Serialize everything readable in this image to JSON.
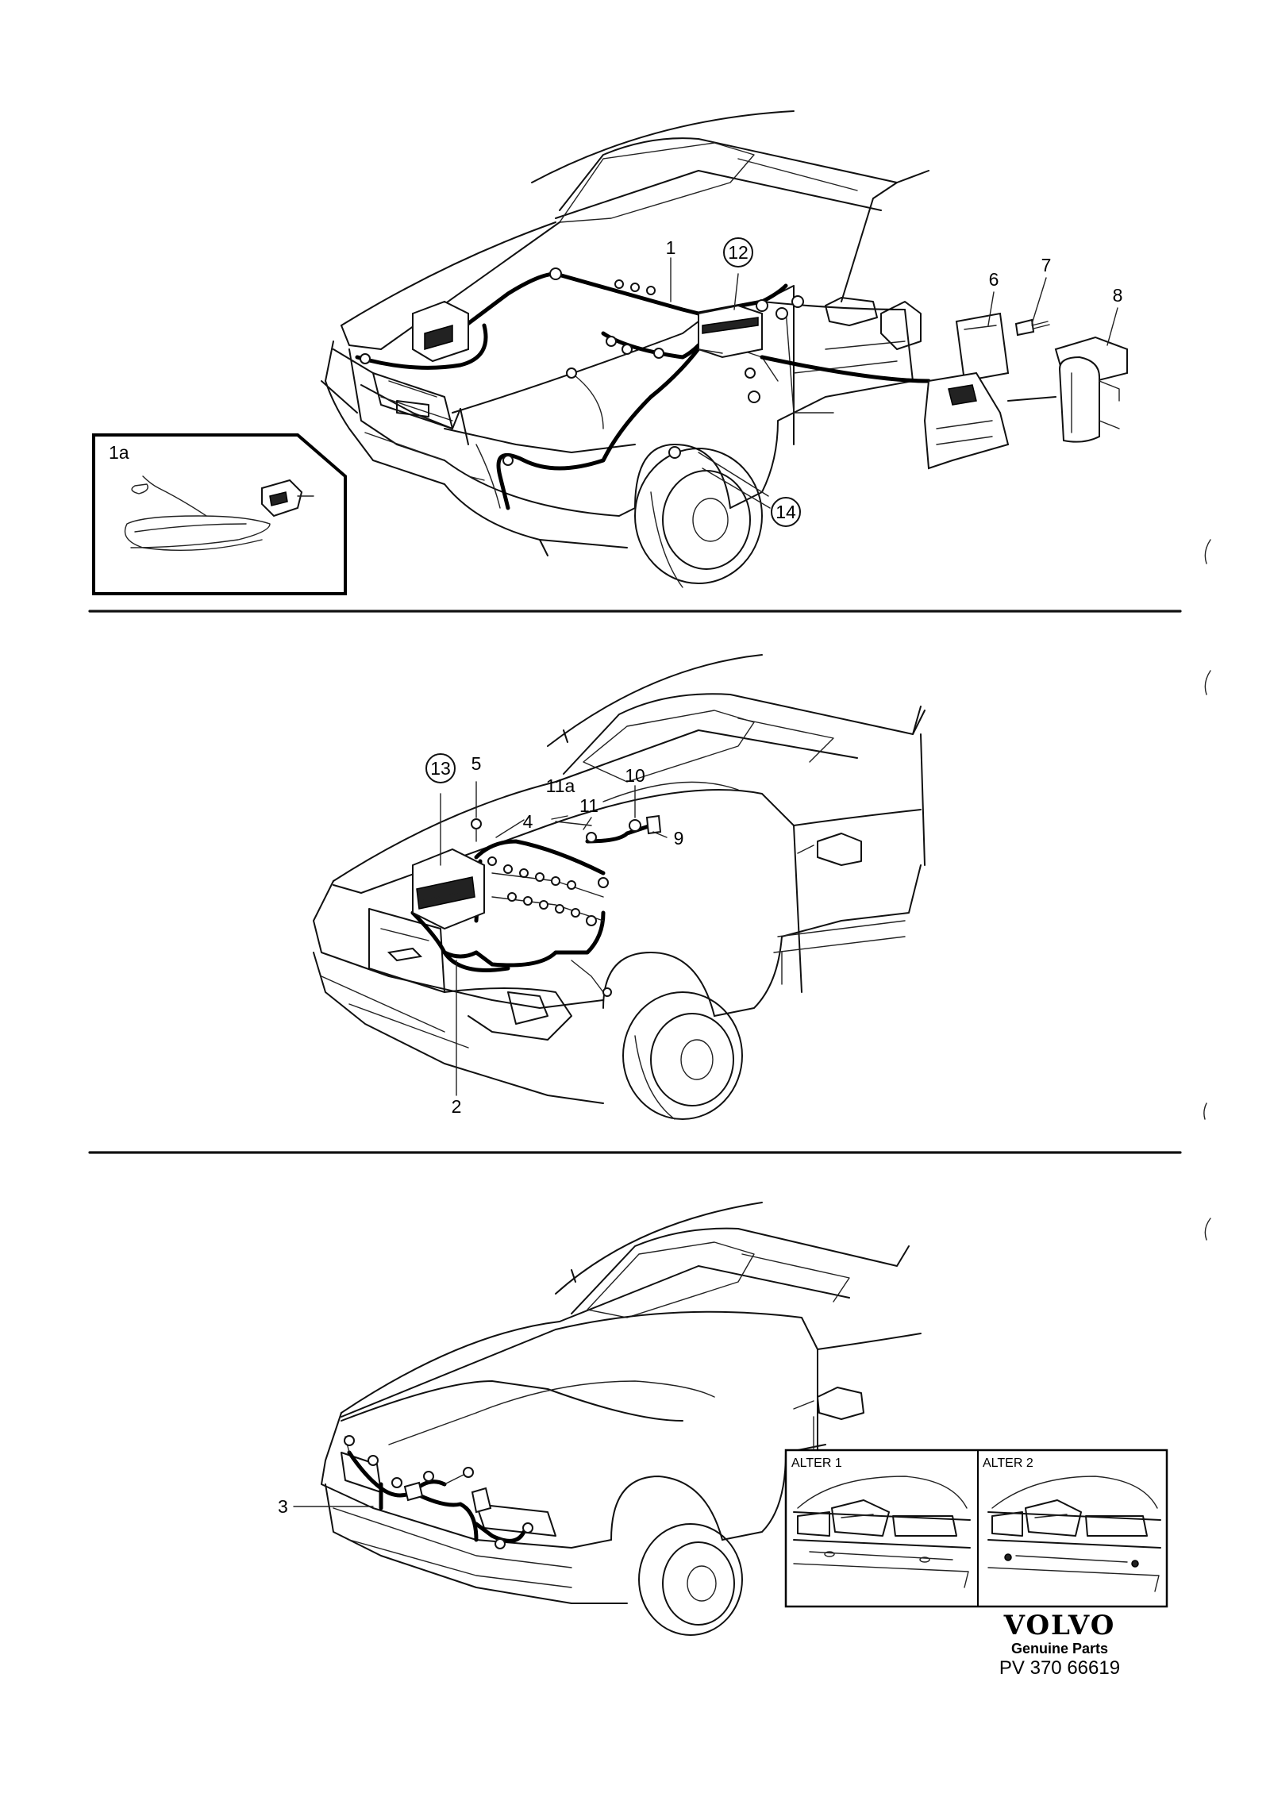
{
  "callouts": {
    "c1": "1",
    "c1a": "1a",
    "c2": "2",
    "c3": "3",
    "c4": "4",
    "c5": "5",
    "c6": "6",
    "c7": "7",
    "c8": "8",
    "c9": "9",
    "c10": "10",
    "c11": "11",
    "c11a": "11a",
    "c12": "12",
    "c13": "13",
    "c14": "14"
  },
  "variants": {
    "alter1": "ALTER 1",
    "alter2": "ALTER 2"
  },
  "brand": {
    "wordmark": "VOLVO",
    "tagline": "Genuine Parts",
    "part_ref": "PV 370 66619"
  }
}
